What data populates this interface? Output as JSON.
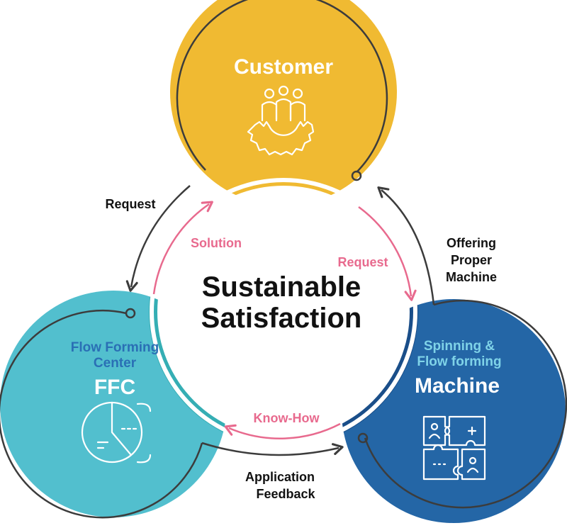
{
  "center": {
    "line1": "Sustainable",
    "line2": "Satisfaction"
  },
  "customer": {
    "title": "Customer",
    "icon": "team-on-gear-icon"
  },
  "ffc": {
    "subtitle_line1": "Flow Forming",
    "subtitle_line2": "Center",
    "title": "FFC",
    "icon": "pie-chart-icon"
  },
  "machine": {
    "subtitle_line1": "Spinning &",
    "subtitle_line2": "Flow forming",
    "title": "Machine",
    "icon": "puzzle-icon"
  },
  "arrows": {
    "request_outer": "Request",
    "solution": "Solution",
    "request_inner": "Request",
    "offering_line1": "Offering",
    "offering_line2": "Proper",
    "offering_line3": "Machine",
    "know_how": "Know-How",
    "feedback_line1": "Application",
    "feedback_line2": "Feedback"
  },
  "colors": {
    "customer": "#F0BA32",
    "ffc": "#52BFCE",
    "machine": "#2466A6",
    "overlap_ffc": "#35AEB4",
    "overlap_machine": "#1A4E89",
    "pink_arrow": "#E86A8E",
    "dark_arrow": "#3C3C3C",
    "ffc_subtitle": "#2A6FB5",
    "machine_subtitle": "#7FD3E8"
  }
}
